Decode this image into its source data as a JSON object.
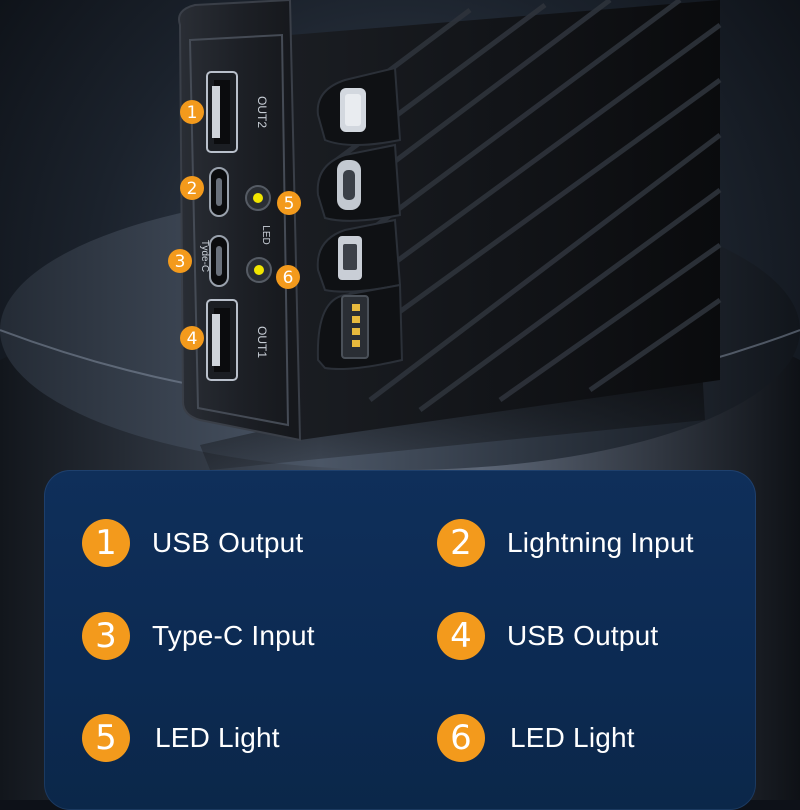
{
  "product_ports": {
    "out2": "OUT2",
    "out1": "OUT1",
    "type_c": "Tyde-C",
    "led": "LED"
  },
  "callouts": [
    "1",
    "2",
    "3",
    "4",
    "5",
    "6"
  ],
  "legend": [
    {
      "number": "1",
      "label": "USB Output"
    },
    {
      "number": "2",
      "label": "Lightning Input"
    },
    {
      "number": "3",
      "label": "Type-C Input"
    },
    {
      "number": "4",
      "label": "USB Output"
    },
    {
      "number": "5",
      "label": "LED Light"
    },
    {
      "number": "6",
      "label": "LED Light"
    }
  ],
  "colors": {
    "accent": "#f39a1c",
    "panel": "#0c2a52",
    "device": "#15181d",
    "led": "#f2e600"
  }
}
